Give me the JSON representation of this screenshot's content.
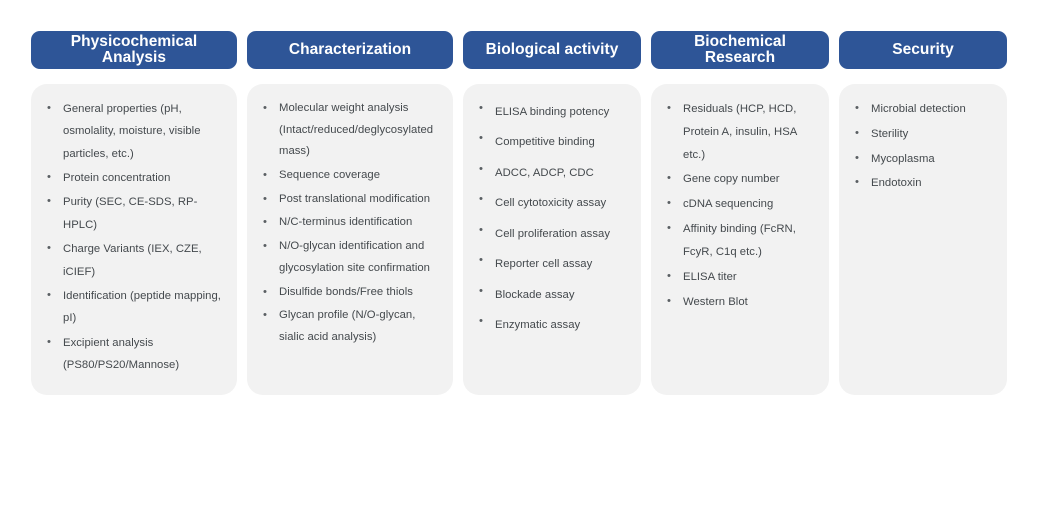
{
  "theme": {
    "header_bg": "#2E5597",
    "header_text": "#FFFFFF",
    "panel_bg": "#F2F2F2",
    "body_text": "#44494D",
    "page_bg": "#FFFFFF",
    "bullet_glyph": "•"
  },
  "columns": [
    {
      "header": "Physicochemical Analysis",
      "items": [
        "General properties (pH, osmolality, moisture, visible particles, etc.)",
        "Protein concentration",
        "Purity (SEC,  CE-SDS, RP-HPLC)",
        "Charge Variants (IEX, CZE, iCIEF)",
        "Identification (peptide mapping, pI)",
        "Excipient analysis (PS80/PS20/Mannose)"
      ]
    },
    {
      "header": "Characterization",
      "items": [
        "Molecular weight analysis (Intact/reduced/deglycosylated mass)",
        "Sequence coverage",
        "Post translational modification",
        "N/C-terminus identification",
        "N/O-glycan identification and glycosylation site confirmation",
        "Disulfide bonds/Free thiols",
        "Glycan profile (N/O-glycan, sialic acid analysis)"
      ]
    },
    {
      "header": "Biological activity",
      "items": [
        "ELISA binding potency",
        "Competitive binding",
        "ADCC, ADCP, CDC",
        "Cell cytotoxicity assay",
        "Cell proliferation assay",
        "Reporter cell assay",
        "Blockade assay",
        "Enzymatic assay"
      ]
    },
    {
      "header": "Biochemical Research",
      "items": [
        "Residuals (HCP, HCD, Protein A, insulin, HSA etc.)",
        "Gene copy number",
        "cDNA sequencing",
        "Affinity binding (FcRN, FcyR, C1q etc.)",
        "ELISA titer",
        "Western Blot"
      ]
    },
    {
      "header": "Security",
      "items": [
        "Microbial detection",
        "Sterility",
        "Mycoplasma",
        "Endotoxin"
      ]
    }
  ]
}
